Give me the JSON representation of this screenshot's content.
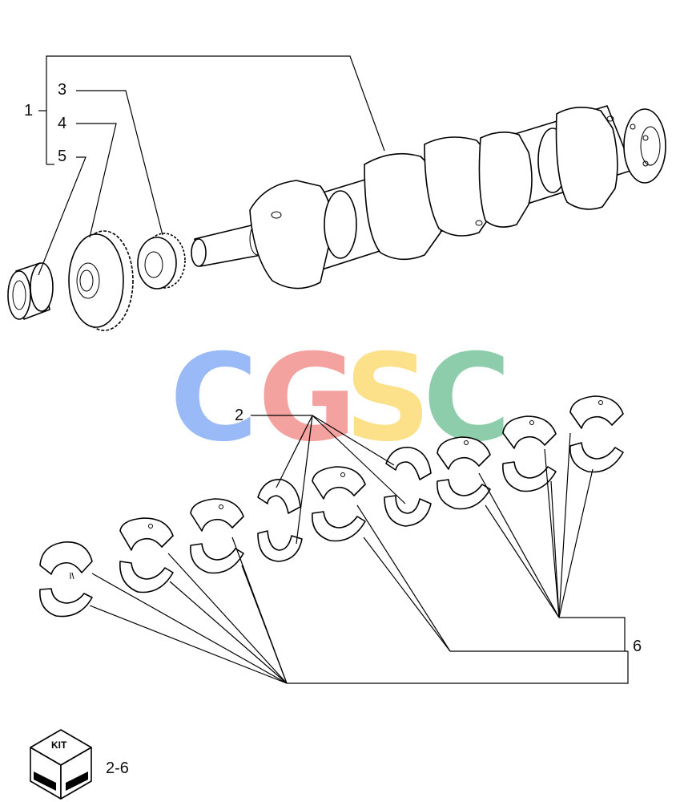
{
  "callouts": {
    "c1": "1",
    "c2": "2",
    "c3": "3",
    "c4": "4",
    "c5": "5",
    "c6": "6"
  },
  "watermark": {
    "letters": [
      "C",
      "G",
      "S",
      "C"
    ],
    "colors": [
      "#6e9ef5",
      "#f07b78",
      "#fbd45a",
      "#5fb98a"
    ]
  },
  "kit_box": {
    "label": "KIT",
    "page_ref": "2-6"
  }
}
